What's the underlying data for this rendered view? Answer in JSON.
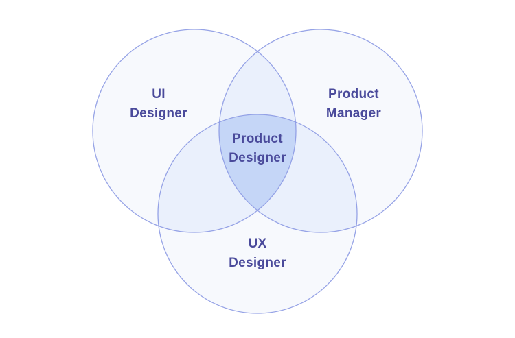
{
  "diagram": {
    "type": "venn",
    "background": "#ffffff",
    "colors": {
      "circle_fill": "#f7f9fd",
      "overlap2_fill": "#eaf0fc",
      "overlap3_fill": "#c5d6f7",
      "stroke": "#8d9be4",
      "label": "#4a4a9b"
    },
    "sets": {
      "ui": {
        "line1": "UI",
        "line2": "Designer"
      },
      "pm": {
        "line1": "Product",
        "line2": "Manager"
      },
      "ux": {
        "line1": "UX",
        "line2": "Designer"
      },
      "center": {
        "line1": "Product",
        "line2": "Designer"
      }
    }
  }
}
